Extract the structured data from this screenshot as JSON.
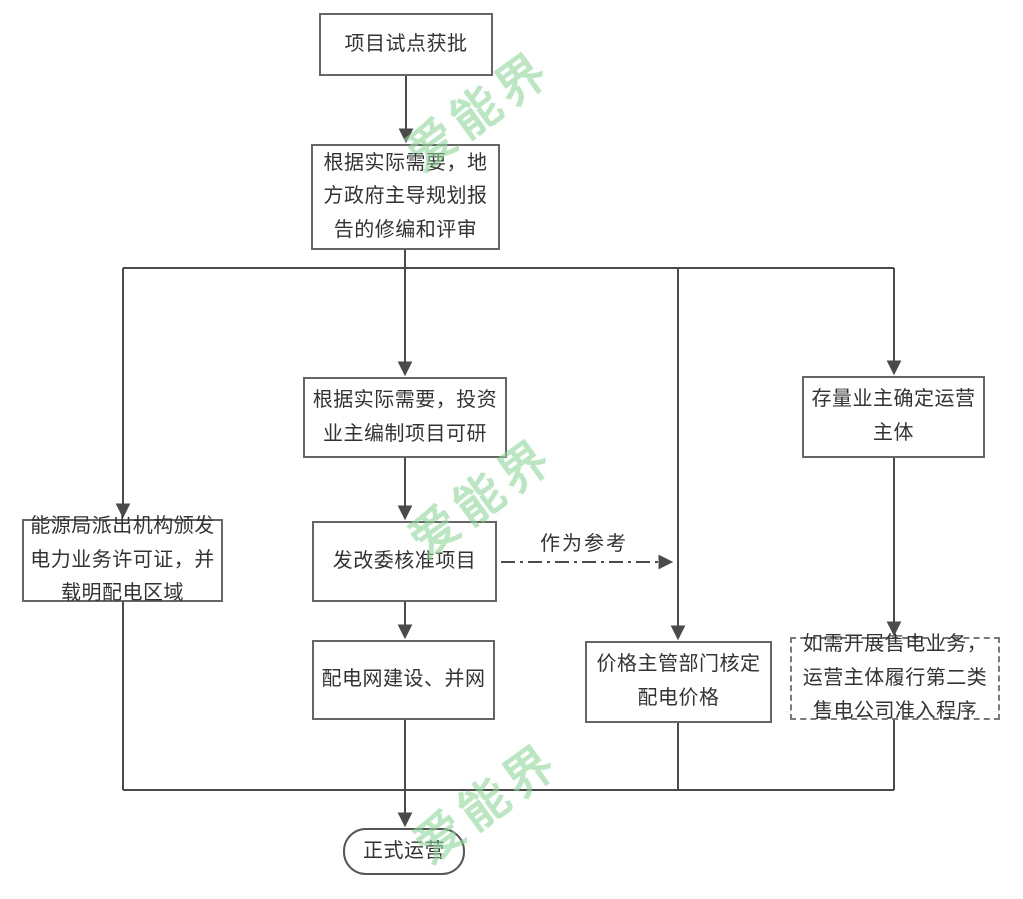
{
  "colors": {
    "background": "#ffffff",
    "box_border": "#666666",
    "box_fill": "#ffffff",
    "text": "#333333",
    "connector": "#4a4a4a",
    "watermark": "#8fd79a"
  },
  "nodes": {
    "approval": {
      "label": "项目试点获批",
      "shape": "rect"
    },
    "planning": {
      "label": "根据实际需要，地方政府主导规划报告的修编和评审",
      "shape": "rect"
    },
    "license": {
      "label": "能源局派出机构颁发电力业务许可证，并载明配电区域",
      "shape": "rect"
    },
    "feasibility": {
      "label": "根据实际需要，投资业主编制项目可研",
      "shape": "rect"
    },
    "ndrc": {
      "label": "发改委核准项目",
      "shape": "rect"
    },
    "grid": {
      "label": "配电网建设、并网",
      "shape": "rect"
    },
    "pricing": {
      "label": "价格主管部门核定配电价格",
      "shape": "rect"
    },
    "owner": {
      "label": "存量业主确定运营主体",
      "shape": "rect"
    },
    "retail": {
      "label": "如需开展售电业务，运营主体履行第二类售电公司准入程序",
      "shape": "dashed-rect"
    },
    "operation": {
      "label": "正式运营",
      "shape": "stadium"
    }
  },
  "edges": {
    "reference_label": "作为参考"
  },
  "watermark": {
    "text": "爱能界"
  }
}
